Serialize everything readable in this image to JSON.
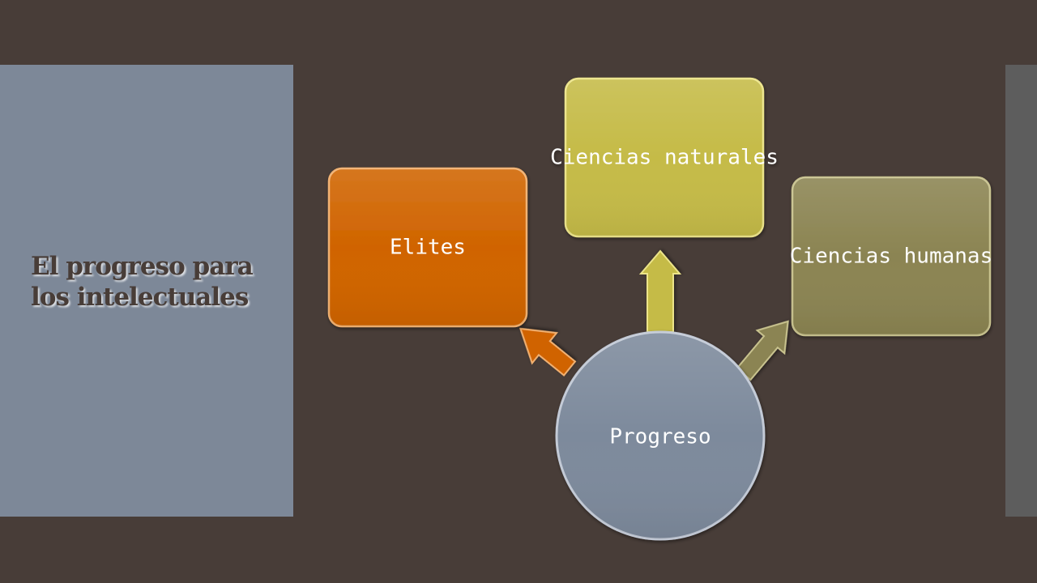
{
  "slide": {
    "title": "El progreso para los intelectuales"
  },
  "diagram": {
    "center": {
      "label": "Progreso",
      "color": "#7d8a9c"
    },
    "nodes": [
      {
        "id": "elites",
        "label": "Elites",
        "color": "#d06400"
      },
      {
        "id": "ciencias-naturales",
        "label": "Ciencias naturales",
        "color": "#c5bb47"
      },
      {
        "id": "ciencias-humanas",
        "label": "Ciencias humanas",
        "color": "#8b8452"
      }
    ]
  }
}
